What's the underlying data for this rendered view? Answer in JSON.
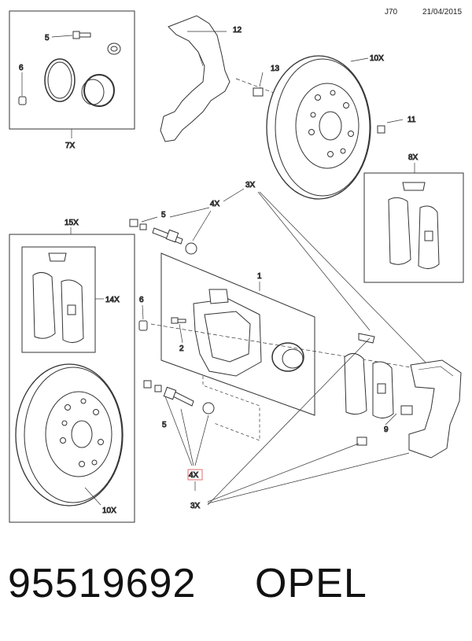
{
  "header": {
    "code": "J70",
    "date": "21/04/2015"
  },
  "callouts": {
    "n1": "1",
    "n2": "2",
    "n5a": "5",
    "n5b": "5",
    "n5c": "5",
    "n6a": "6",
    "n6b": "6",
    "n9": "9",
    "n11": "11",
    "n12": "12",
    "n13": "13",
    "x3a": "3X",
    "x3b": "3X",
    "x4a": "4X",
    "x4b": "4X",
    "x7": "7X",
    "x8": "8X",
    "x10a": "10X",
    "x10b": "10X",
    "x14": "14X",
    "x15": "15X"
  },
  "highlight_color": "#e36b6b",
  "footer": {
    "part_number": "95519692",
    "brand": "OPEL"
  }
}
